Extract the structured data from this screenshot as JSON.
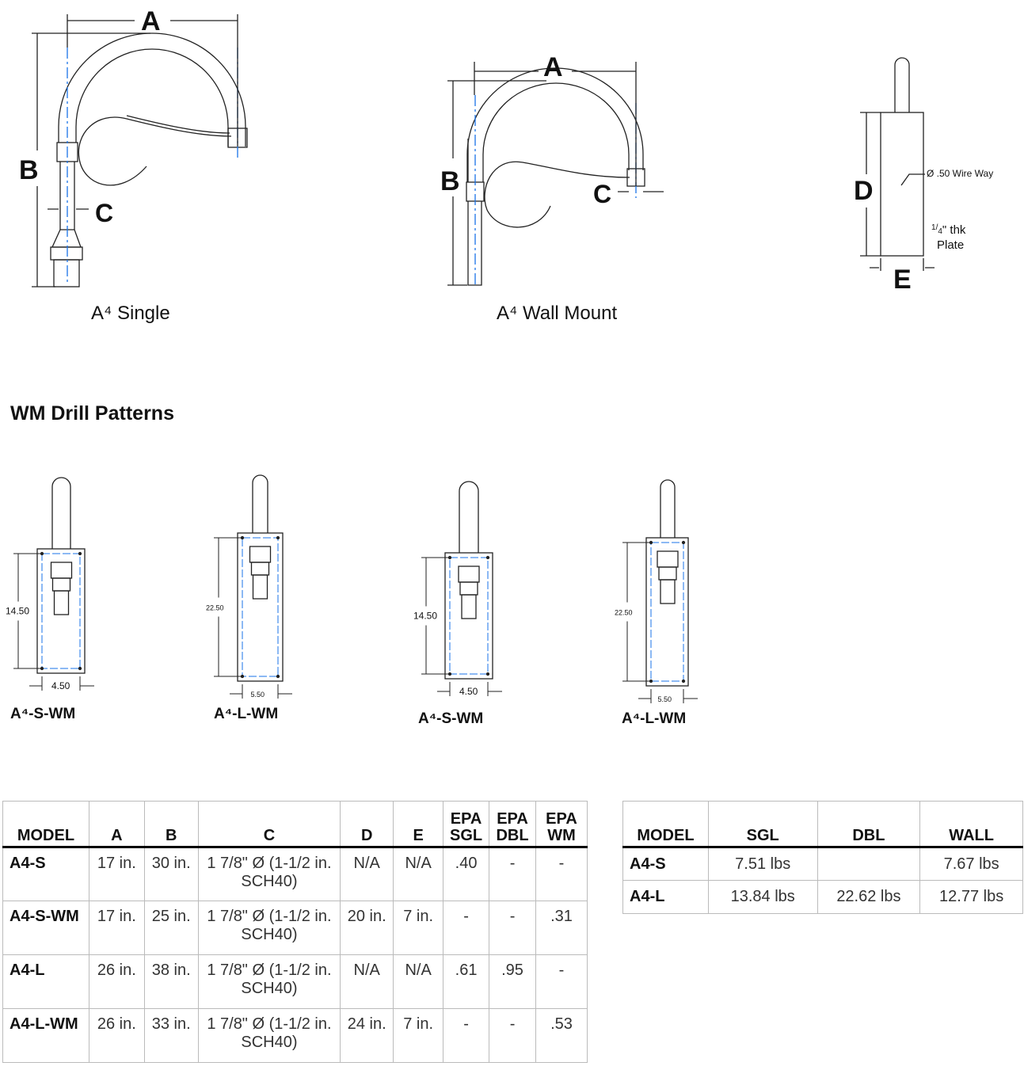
{
  "drawings": {
    "single": {
      "caption": "A⁴ Single",
      "dims": [
        "A",
        "B",
        "C"
      ]
    },
    "wall": {
      "caption": "A⁴ Wall Mount",
      "dims": [
        "A",
        "B",
        "C"
      ]
    },
    "plate": {
      "dims": [
        "D",
        "E"
      ],
      "wire_way": "Ø .50 Wire Way",
      "thk_num": "1",
      "thk_den": "4",
      "thk_rest": "\" thk",
      "plate_word": "Plate"
    }
  },
  "drill": {
    "title": "WM Drill Patterns",
    "items": [
      {
        "label": "A⁴-S-WM",
        "height": "14.50",
        "width": "4.50"
      },
      {
        "label": "A⁴-L-WM",
        "height": "22.50",
        "width": "5.50"
      },
      {
        "label": "A⁴-S-WM",
        "height": "14.50",
        "width": "4.50"
      },
      {
        "label": "A⁴-L-WM",
        "height": "22.50",
        "width": "5.50"
      }
    ]
  },
  "spec_table": {
    "headers": [
      "MODEL",
      "A",
      "B",
      "C",
      "D",
      "E",
      "EPA SGL",
      "EPA DBL",
      "EPA WM"
    ],
    "rows": [
      [
        "A4-S",
        "17 in.",
        "30 in.",
        "1 7/8\" Ø (1-1/2 in. SCH40)",
        "N/A",
        "N/A",
        ".40",
        "-",
        "-"
      ],
      [
        "A4-S-WM",
        "17 in.",
        "25 in.",
        "1 7/8\" Ø (1-1/2 in. SCH40)",
        "20 in.",
        "7 in.",
        "-",
        "-",
        ".31"
      ],
      [
        "A4-L",
        "26 in.",
        "38 in.",
        "1 7/8\" Ø (1-1/2 in. SCH40)",
        "N/A",
        "N/A",
        ".61",
        ".95",
        "-"
      ],
      [
        "A4-L-WM",
        "26 in.",
        "33 in.",
        "1 7/8\" Ø (1-1/2 in. SCH40)",
        "24 in.",
        "7 in.",
        "-",
        "-",
        ".53"
      ]
    ]
  },
  "weight_table": {
    "headers": [
      "MODEL",
      "SGL",
      "DBL",
      "WALL"
    ],
    "rows": [
      [
        "A4-S",
        "7.51 lbs",
        "",
        "7.67 lbs"
      ],
      [
        "A4-L",
        "13.84 lbs",
        "22.62 lbs",
        "12.77 lbs"
      ]
    ]
  },
  "colors": {
    "line": "#222222",
    "center": "#1a73e8"
  }
}
